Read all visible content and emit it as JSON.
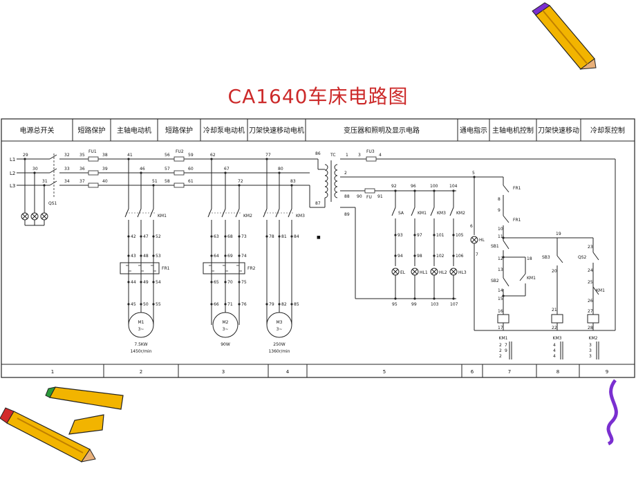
{
  "title": "CA1640车床电路图",
  "header": [
    "电源总开关",
    "短路保护",
    "主轴电动机",
    "短路保护",
    "冷却泵电动机",
    "刀架快速移动电机",
    "变压器和照明及显示电路",
    "通电指示",
    "主轴电机控制",
    "刀架快速移动",
    "冷却泵控制"
  ],
  "footer": [
    "1",
    "2",
    "3",
    "4",
    "5",
    "6",
    "7",
    "8",
    "9"
  ],
  "lines": [
    "L1",
    "L2",
    "L3"
  ],
  "qs": "QS1",
  "wire_nums_main": {
    "l1": [
      "29",
      "32",
      "35",
      "38",
      "41",
      "56",
      "59",
      "62",
      "77",
      "86"
    ],
    "l2": [
      "30",
      "33",
      "36",
      "39",
      "46",
      "57",
      "60",
      "67",
      "80"
    ],
    "l3": [
      "31",
      "34",
      "37",
      "40",
      "51",
      "58",
      "61",
      "72",
      "83",
      "87"
    ]
  },
  "fuses": [
    "FU1",
    "FU2",
    "FU3",
    "FU"
  ],
  "km": [
    "KM1",
    "KM2",
    "KM3"
  ],
  "fr": [
    "FR1",
    "FR2"
  ],
  "motor_cols": [
    {
      "nums": [
        [
          "42",
          "47",
          "52"
        ],
        [
          "43",
          "48",
          "53"
        ],
        [
          "44",
          "49",
          "54"
        ],
        [
          "45",
          "50",
          "55"
        ]
      ],
      "km": "KM1",
      "fr": "FR1",
      "motor": "M1",
      "phase": "3~",
      "power": "7.5KW",
      "speed": "1450r/min"
    },
    {
      "nums": [
        [
          "63",
          "68",
          "73"
        ],
        [
          "64",
          "69",
          "74"
        ],
        [
          "65",
          "70",
          "75"
        ],
        [
          "66",
          "71",
          "76"
        ]
      ],
      "km": "KM2",
      "fr": "FR2",
      "motor": "M2",
      "phase": "3~",
      "power": "90W",
      "speed": ""
    },
    {
      "nums": [
        [
          "78",
          "81",
          "84"
        ],
        [
          "79",
          "82",
          "85"
        ]
      ],
      "km": "KM3",
      "fr": "",
      "motor": "M3",
      "phase": "3~",
      "power": "250W",
      "speed": "1360r/min"
    }
  ],
  "tc": "TC",
  "tc_nums": [
    "1",
    "2",
    "3",
    "4",
    "88",
    "90",
    "91",
    "89"
  ],
  "lamp_cols": [
    {
      "top": "92",
      "sw": "SA",
      "mid": "93",
      "mid2": "94",
      "lamp": "EL",
      "bot": "95"
    },
    {
      "top": "96",
      "sw": "KM1",
      "mid": "97",
      "mid2": "98",
      "lamp": "HL1",
      "bot": "99"
    },
    {
      "top": "100",
      "sw": "KM3",
      "mid": "101",
      "mid2": "102",
      "lamp": "HL2",
      "bot": "103"
    },
    {
      "top": "104",
      "sw": "KM2",
      "mid": "105",
      "mid2": "106",
      "lamp": "HL3",
      "bot": "107"
    }
  ],
  "ctrl": {
    "n5": "5",
    "n6": "6",
    "n7": "7",
    "hl": "HL",
    "fr1": "FR1",
    "n8": "8",
    "n9": "9",
    "fr1b": "FR1",
    "n10": "10",
    "n11": "11",
    "sb1": "SB1",
    "n12": "12",
    "n13": "13",
    "n14": "14",
    "sb2": "SB2",
    "n15": "15",
    "n16": "16",
    "n17": "17",
    "n18": "18",
    "km1": "KM1",
    "n19": "19",
    "sb3": "SB3",
    "n20": "20",
    "n21": "21",
    "n22": "22",
    "n23": "23",
    "qs2": "QS2",
    "n24": "24",
    "n25": "25",
    "km1b": "KM1",
    "n26": "26",
    "n27": "27",
    "n28": "28"
  },
  "coils": [
    "KM1",
    "KM3",
    "KM2"
  ],
  "contact_tables": [
    {
      "rows": [
        [
          "2",
          "7"
        ],
        [
          "2",
          "9"
        ],
        [
          "2",
          ""
        ]
      ]
    },
    {
      "rows": [
        [
          "4",
          ""
        ],
        [
          "4",
          ""
        ],
        [
          "4",
          ""
        ]
      ]
    },
    {
      "rows": [
        [
          "3",
          ""
        ],
        [
          "3",
          ""
        ],
        [
          "3",
          ""
        ]
      ]
    }
  ],
  "tc_mark": "■"
}
